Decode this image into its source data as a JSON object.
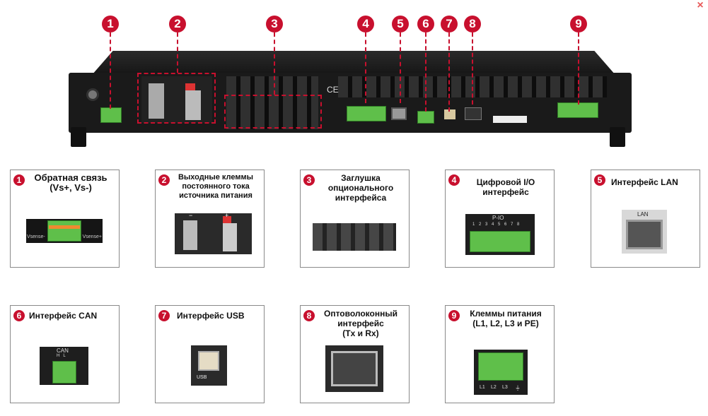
{
  "close_label": "×",
  "callouts": [
    "1",
    "2",
    "3",
    "4",
    "5",
    "6",
    "7",
    "8",
    "9"
  ],
  "cards": [
    {
      "num": "1",
      "title": "Обратная связь\n(Vs+, Vs-)",
      "img_labels": [
        "Vsense-",
        "Vsense+"
      ]
    },
    {
      "num": "2",
      "title": "Выходные клеммы постоянного тока источника питания",
      "img_labels": [
        "−",
        "+"
      ]
    },
    {
      "num": "3",
      "title": "Заглушка опционального интерфейса"
    },
    {
      "num": "4",
      "title": "Цифровой I/O интерфейс",
      "img_labels": [
        "P-IO",
        "1 2 3 4 5 6 7 8"
      ]
    },
    {
      "num": "5",
      "title": "Интерфейс LAN",
      "img_labels": [
        "LAN"
      ]
    },
    {
      "num": "6",
      "title": "Интерфейс CAN",
      "img_labels": [
        "CAN",
        "H   L"
      ]
    },
    {
      "num": "7",
      "title": "Интерфейс USB",
      "img_labels": [
        "USB"
      ]
    },
    {
      "num": "8",
      "title": "Оптоволоконный интерфейс\n(Tx и Rx)"
    },
    {
      "num": "9",
      "title": "Клеммы питания\n(L1, L2, L3 и PE)",
      "img_labels": [
        "L1",
        "L2",
        "L3",
        "⏚"
      ]
    }
  ],
  "colors": {
    "accent": "#c8102e",
    "terminal_green": "#5fbf4a"
  }
}
